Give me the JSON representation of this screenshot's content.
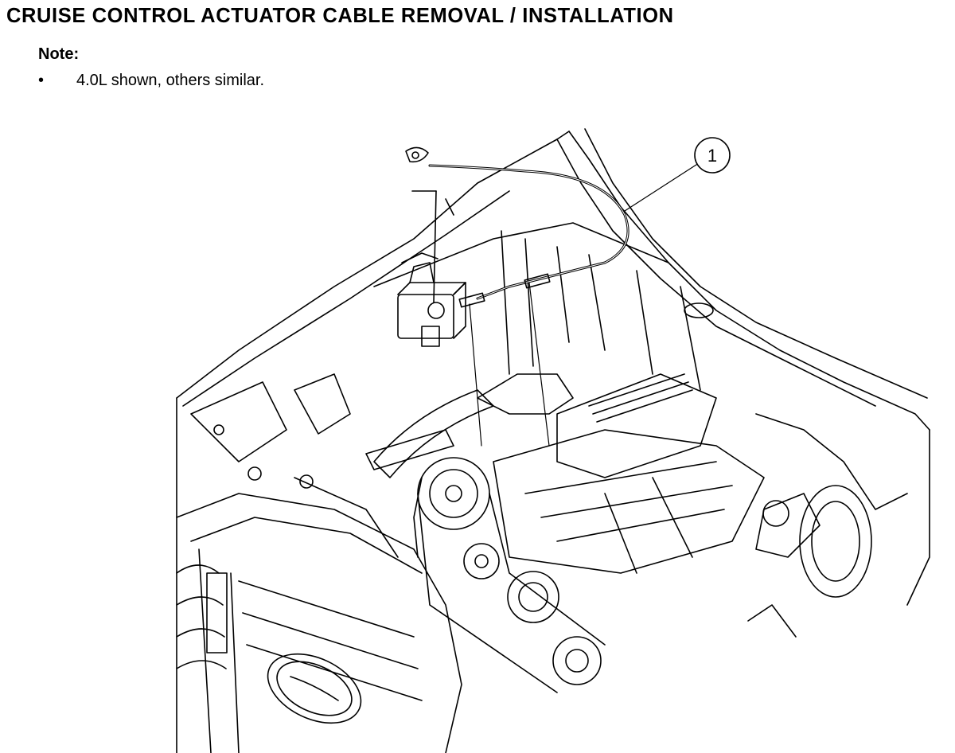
{
  "title": "CRUISE CONTROL ACTUATOR CABLE REMOVAL / INSTALLATION",
  "note": {
    "heading": "Note:",
    "bullet_glyph": "•",
    "items": [
      "4.0L shown, others similar."
    ]
  },
  "illustration": {
    "icon": "engine-compartment-line-drawing",
    "callouts": [
      {
        "number": "1",
        "label_for": "cruise-control-actuator-cable"
      }
    ]
  }
}
